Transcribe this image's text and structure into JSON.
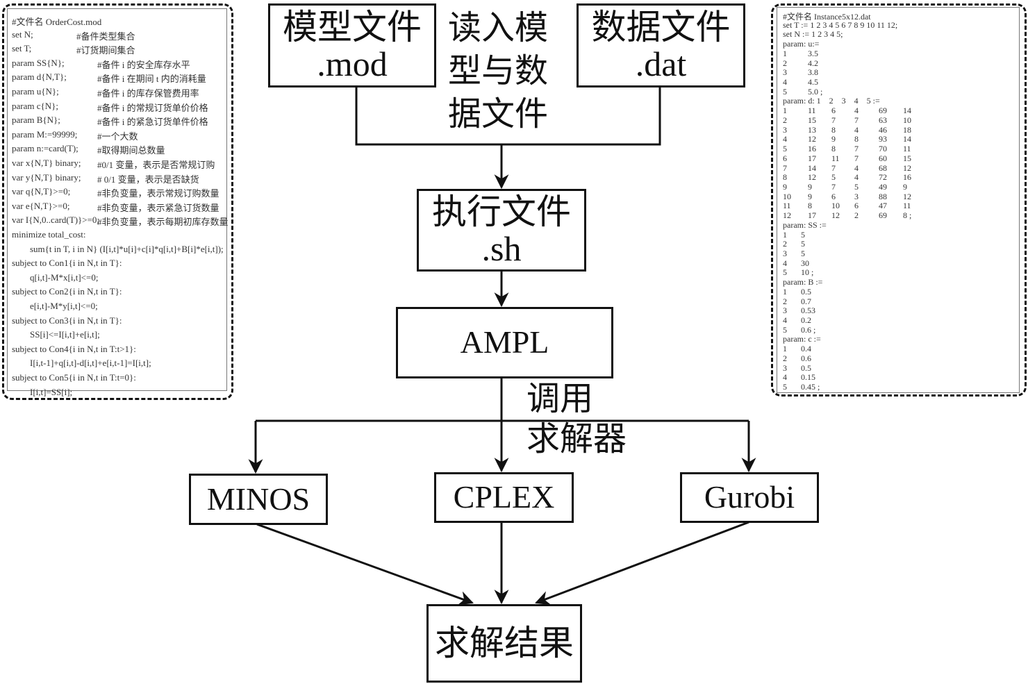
{
  "model_file": {
    "line1": "模型文件",
    "line2": ".mod"
  },
  "read_label": {
    "lines": [
      "读入模",
      "型与数",
      "据文件"
    ]
  },
  "data_file": {
    "line1": "数据文件",
    "line2": ".dat"
  },
  "exec_file": {
    "line1": "执行文件",
    "line2": ".sh"
  },
  "ampl": "AMPL",
  "call_label": {
    "lines": [
      "调用",
      "求解器"
    ]
  },
  "solvers": [
    "MINOS",
    "CPLEX",
    "Gurobi"
  ],
  "result": "求解结果",
  "mod_listing": [
    {
      "code": "#文件名 OrderCost.mod",
      "comment": ""
    },
    {
      "code": "set N;",
      "comment": "#备件类型集合",
      "c": 1
    },
    {
      "code": "set T;",
      "comment": "#订货期间集合",
      "c": 1
    },
    {
      "code": "param SS{N};",
      "comment": "#备件 i 的安全库存水平"
    },
    {
      "code": "param d{N,T};",
      "comment": "#备件 i 在期间 t 内的消耗量"
    },
    {
      "code": "param u{N};",
      "comment": "#备件 i 的库存保管费用率"
    },
    {
      "code": "param c{N};",
      "comment": "#备件 i 的常规订货单价价格"
    },
    {
      "code": "param B{N};",
      "comment": "#备件 i 的紧急订货单件价格"
    },
    {
      "code": "param M:=99999;",
      "comment": "#一个大数"
    },
    {
      "code": "param n:=card(T);",
      "comment": "#取得期间总数量"
    },
    {
      "code": "var x{N,T} binary;",
      "comment": "#0/1 变量，表示是否常规订购"
    },
    {
      "code": "var y{N,T} binary;",
      "comment": "# 0/1 变量，表示是否缺货"
    },
    {
      "code": "var q{N,T}>=0;",
      "comment": "#非负变量，表示常规订购数量"
    },
    {
      "code": "var e{N,T}>=0;",
      "comment": "#非负变量，表示紧急订货数量"
    },
    {
      "code": "var I{N,0..card(T)}>=0;",
      "comment": "#非负变量，表示每期初库存数量"
    },
    {
      "code": "minimize total_cost:",
      "comment": ""
    },
    {
      "code": "        sum{t in T, i in N} (I[i,t]*u[i]+c[i]*q[i,t]+B[i]*e[i,t]);",
      "comment": ""
    },
    {
      "code": "subject to Con1{i in N,t in T}:",
      "comment": ""
    },
    {
      "code": "        q[i,t]-M*x[i,t]<=0;",
      "comment": ""
    },
    {
      "code": "subject to Con2{i in N,t in T}:",
      "comment": ""
    },
    {
      "code": "        e[i,t]-M*y[i,t]<=0;",
      "comment": ""
    },
    {
      "code": "subject to Con3{i in N,t in T}:",
      "comment": ""
    },
    {
      "code": "        SS[i]<=I[i,t]+e[i,t];",
      "comment": ""
    },
    {
      "code": "subject to Con4{i in N,t in T:t>1}:",
      "comment": ""
    },
    {
      "code": "        I[i,t-1]+q[i,t]-d[i,t]+e[i,t-1]=I[i,t];",
      "comment": ""
    },
    {
      "code": "subject to Con5{i in N,t in T:t=0}:",
      "comment": ""
    },
    {
      "code": "        I[i,t]=SS[i];",
      "comment": ""
    }
  ],
  "dat_listing": [
    [
      "#文件名 Instance5x12.dat"
    ],
    [
      "set T := 1 2 3 4 5 6 7 8 9 10 11 12;"
    ],
    [
      "set N := 1 2 3 4 5;"
    ],
    [
      "param: u:="
    ],
    [
      "1",
      "3.5"
    ],
    [
      "2",
      "4.2"
    ],
    [
      "3",
      "3.8"
    ],
    [
      "4",
      "4.5"
    ],
    [
      "5",
      "5.0 ;"
    ],
    [
      "param: d: 1    2    3    4    5 :="
    ],
    [
      "1",
      "11",
      "6",
      "4",
      "69",
      "14"
    ],
    [
      "2",
      "15",
      "7",
      "7",
      "63",
      "10"
    ],
    [
      "3",
      "13",
      "8",
      "4",
      "46",
      "18"
    ],
    [
      "4",
      "12",
      "9",
      "8",
      "93",
      "14"
    ],
    [
      "5",
      "16",
      "8",
      "7",
      "70",
      "11"
    ],
    [
      "6",
      "17",
      "11",
      "7",
      "60",
      "15"
    ],
    [
      "7",
      "14",
      "7",
      "4",
      "68",
      "12"
    ],
    [
      "8",
      "12",
      "5",
      "4",
      "72",
      "16"
    ],
    [
      "9",
      "9",
      "7",
      "5",
      "49",
      "9"
    ],
    [
      "10",
      "9",
      "6",
      "3",
      "88",
      "12"
    ],
    [
      "11",
      "8",
      "10",
      "6",
      "47",
      "11"
    ],
    [
      "12",
      "17",
      "12",
      "2",
      "69",
      "8 ;"
    ],
    [
      "param: SS :="
    ],
    [
      "1",
      "5"
    ],
    [
      "2",
      "5"
    ],
    [
      "3",
      "5"
    ],
    [
      "4",
      "30"
    ],
    [
      "5",
      "10 ;"
    ],
    [
      "param: B :="
    ],
    [
      "1",
      "0.5"
    ],
    [
      "2",
      "0.7"
    ],
    [
      "3",
      "0.53"
    ],
    [
      "4",
      "0.2"
    ],
    [
      "5",
      "0.6 ;"
    ],
    [
      "param: c :="
    ],
    [
      "1",
      "0.4"
    ],
    [
      "2",
      "0.6"
    ],
    [
      "3",
      "0.5"
    ],
    [
      "4",
      "0.15"
    ],
    [
      "5",
      "0.45 ;"
    ]
  ]
}
